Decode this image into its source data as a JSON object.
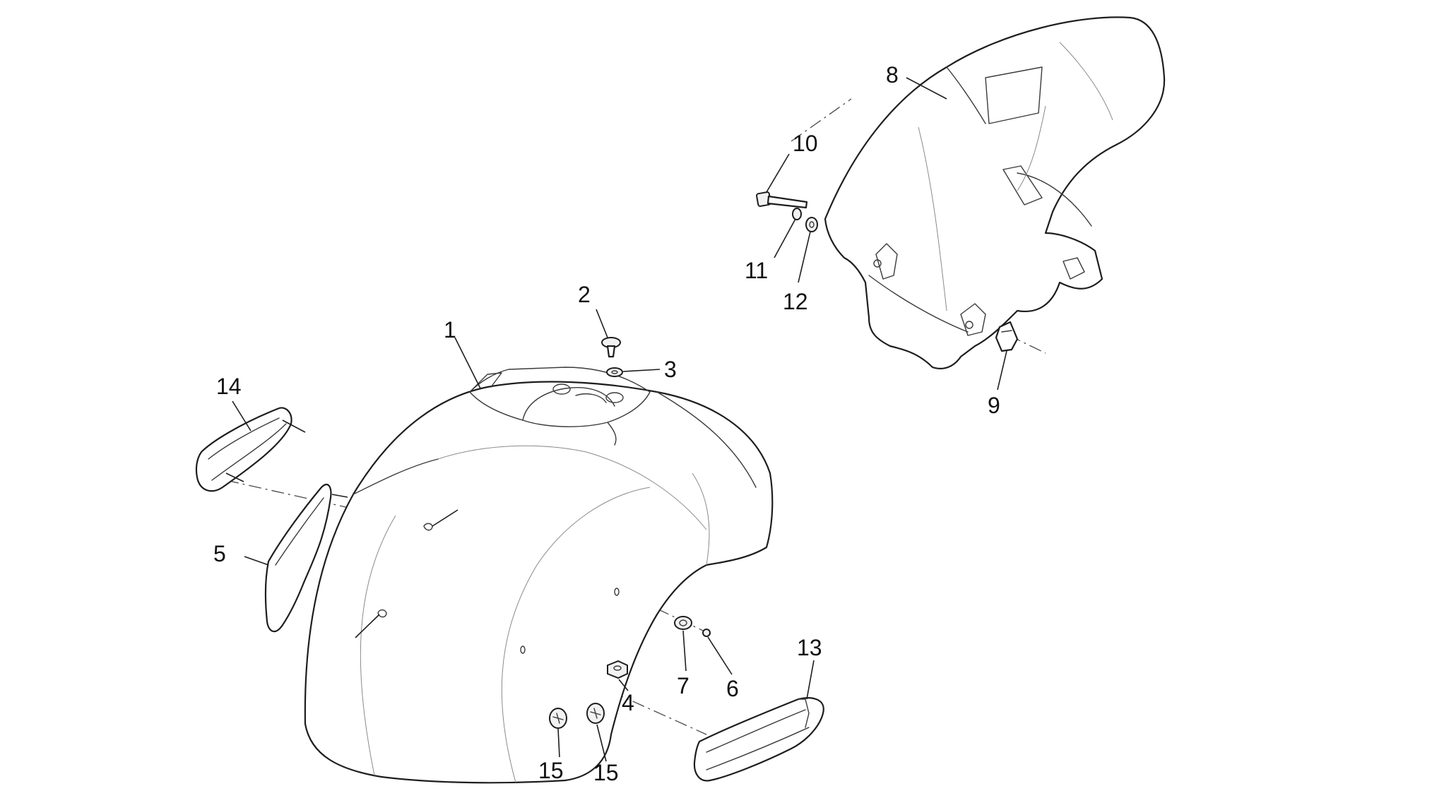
{
  "callouts": [
    {
      "id": "1",
      "label": "1"
    },
    {
      "id": "2",
      "label": "2"
    },
    {
      "id": "3",
      "label": "3"
    },
    {
      "id": "4",
      "label": "4"
    },
    {
      "id": "5",
      "label": "5"
    },
    {
      "id": "6",
      "label": "6"
    },
    {
      "id": "7",
      "label": "7"
    },
    {
      "id": "8",
      "label": "8"
    },
    {
      "id": "9",
      "label": "9"
    },
    {
      "id": "10",
      "label": "10"
    },
    {
      "id": "11",
      "label": "11"
    },
    {
      "id": "12",
      "label": "12"
    },
    {
      "id": "13",
      "label": "13"
    },
    {
      "id": "14",
      "label": "14"
    },
    {
      "id": "15a",
      "label": "15"
    },
    {
      "id": "15b",
      "label": "15"
    }
  ],
  "colors": {
    "line": "#1e1e1e",
    "background": "#ffffff"
  }
}
